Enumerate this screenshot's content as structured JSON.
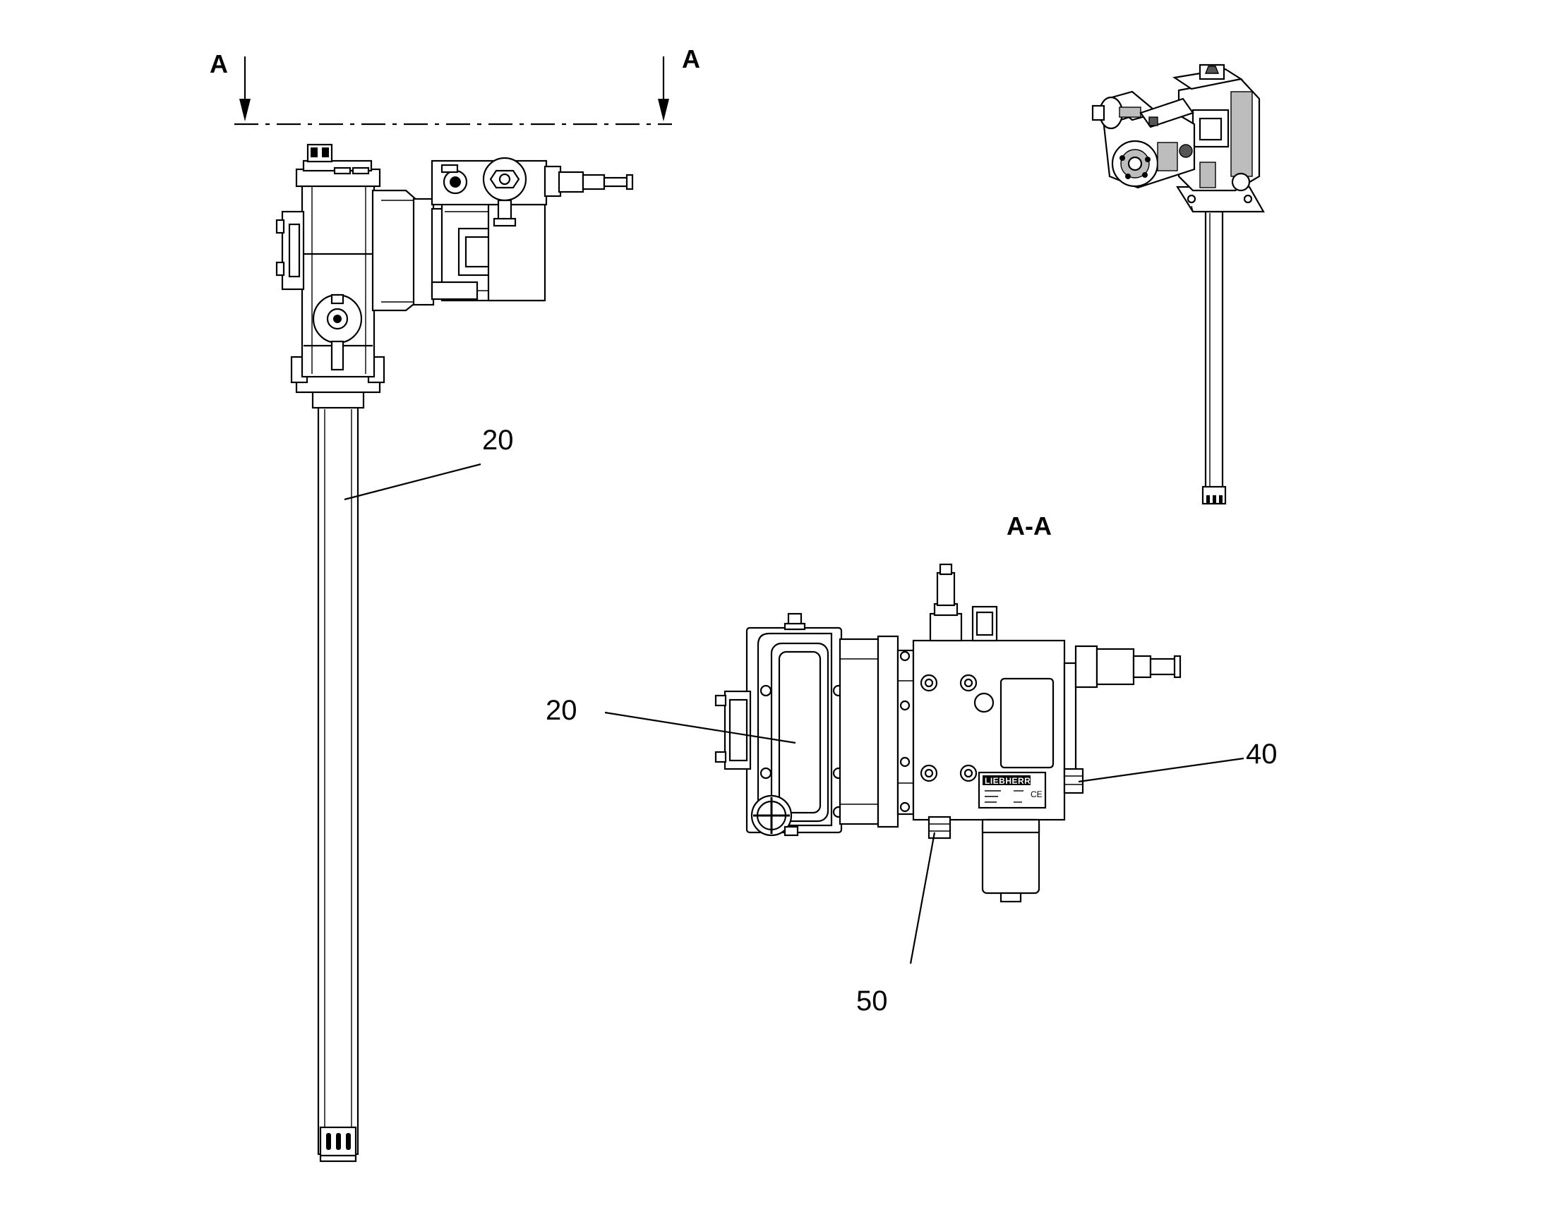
{
  "section_marker": {
    "left": "A",
    "right": "A"
  },
  "section_view_title": "A-A",
  "callouts": {
    "side_view_pump_tube": "20",
    "section_pump_tube": "20",
    "section_part_40": "40",
    "section_part_50": "50"
  },
  "nameplate": {
    "brand": "LIEBHERR",
    "ce_mark": "CE"
  }
}
